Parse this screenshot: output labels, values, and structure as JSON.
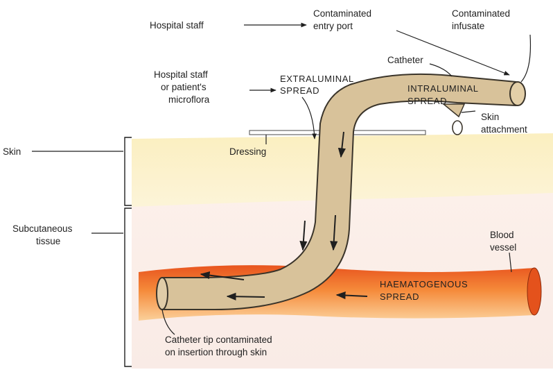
{
  "labels": {
    "hospital_staff": "Hospital staff",
    "contaminated_entry_port": [
      "Contaminated",
      "entry port"
    ],
    "contaminated_infusate": [
      "Contaminated",
      "infusate"
    ],
    "catheter": "Catheter",
    "hospital_staff_microflora": [
      "Hospital staff",
      "or patient's",
      "microflora"
    ],
    "extraluminal_spread": [
      "EXTRALUMINAL",
      "SPREAD"
    ],
    "intraluminal_spread": [
      "INTRALUMINAL",
      "SPREAD"
    ],
    "skin_attachment": [
      "Skin",
      "attachment"
    ],
    "skin": "Skin",
    "dressing": "Dressing",
    "subcutaneous_tissue": [
      "Subcutaneous",
      "tissue"
    ],
    "blood_vessel": [
      "Blood",
      "vessel"
    ],
    "haematogenous_spread": [
      "HAEMATOGENOUS",
      "SPREAD"
    ],
    "catheter_tip": [
      "Catheter tip contaminated",
      "on insertion through skin"
    ]
  },
  "colors": {
    "skin_layer": "#fbf0c4",
    "subcutaneous_layer": "#fbeee8",
    "blood_vessel_dark": "#e8541e",
    "blood_vessel_light": "#f9b56e",
    "catheter_fill": "#d8c29a",
    "catheter_outline": "#3a342a",
    "text": "#1f1f1f"
  }
}
